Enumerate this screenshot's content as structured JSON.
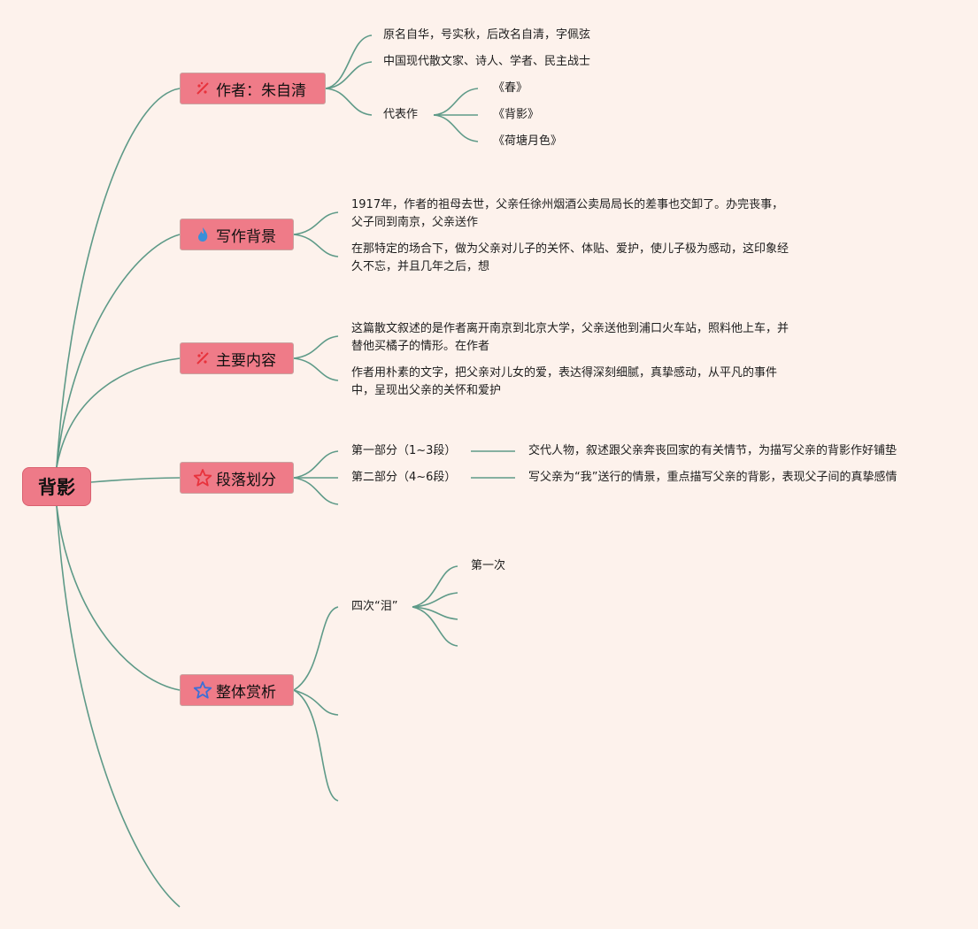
{
  "root": {
    "label": "背影"
  },
  "branches": {
    "author": {
      "label": "作者：朱自清",
      "icon": "sparkle-icon",
      "items": [
        "原名自华，号实秋，后改名自清，字佩弦",
        "中国现代散文家、诗人、学者、民主战士"
      ],
      "works": {
        "label": "代表作",
        "items": [
          "《春》",
          "《背影》",
          "《荷塘月色》"
        ]
      }
    },
    "background": {
      "label": "写作背景",
      "icon": "flame-icon",
      "items": [
        "1917年，作者的祖母去世，父亲任徐州烟酒公卖局局长的差事也交卸了。办完丧事，父子同到南京，父亲送作",
        "在那特定的场合下，做为父亲对儿子的关怀、体贴、爱护，使儿子极为感动，这印象经久不忘，并且几年之后，想"
      ]
    },
    "content": {
      "label": "主要内容",
      "icon": "sparkle-icon",
      "items": [
        "这篇散文叙述的是作者离开南京到北京大学，父亲送他到浦口火车站，照料他上车，并替他买橘子的情形。在作者",
        "作者用朴素的文字，把父亲对儿女的爱，表达得深刻细腻，真挚感动，从平凡的事件中，呈现出父亲的关怀和爱护"
      ]
    },
    "sections": {
      "label": "段落划分",
      "icon": "star-outline-red-icon",
      "parts": [
        {
          "label": "第一部分（1~3段）",
          "desc": "交代人物，叙述跟父亲奔丧回家的有关情节，为描写父亲的背影作好铺垫"
        },
        {
          "label": "第二部分（4~6段）",
          "desc": "写父亲为“我”送行的情景，重点描写父亲的背影，表现父子间的真挚感情"
        }
      ]
    },
    "appreciation": {
      "label": "整体赏析",
      "icon": "star-outline-blue-icon",
      "tears": {
        "label": "四次“泪”",
        "items": [
          "第一次"
        ]
      }
    }
  },
  "colors": {
    "background": "#fdf2ec",
    "node_fill": "#ef7b88",
    "link": "#5e9a88",
    "accent_red": "#e8323c",
    "accent_blue": "#3a8fd8"
  }
}
